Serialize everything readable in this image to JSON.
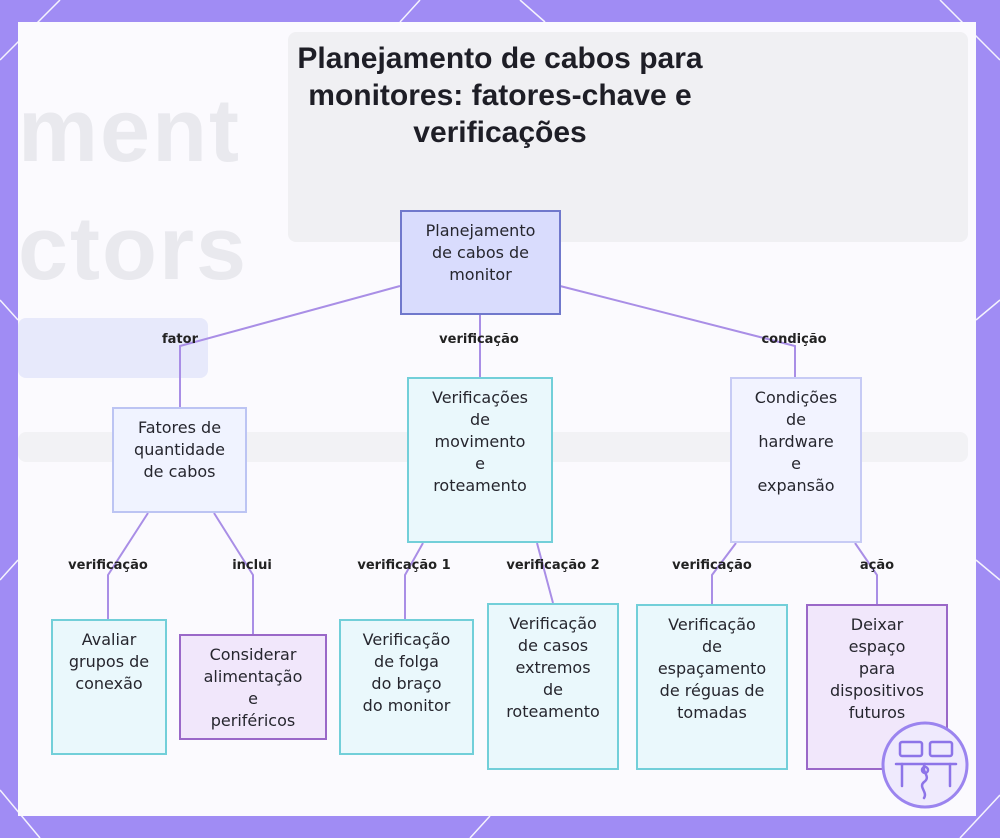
{
  "title": [
    "Planejamento de cabos para",
    "monitores: fatores-chave e",
    "verificações"
  ],
  "nodes": {
    "root": [
      "Planejamento",
      "de cabos de",
      "monitor"
    ],
    "fatores": [
      "Fatores de",
      "quantidade",
      "de cabos"
    ],
    "movimento": [
      "Verificações",
      "de",
      "movimento",
      "e",
      "roteamento"
    ],
    "condicoes": [
      "Condições",
      "de",
      "hardware",
      "e",
      "expansão"
    ],
    "avaliar": [
      "Avaliar",
      "grupos de",
      "conexão"
    ],
    "considerar": [
      "Considerar",
      "alimentação",
      "e",
      "periféricos"
    ],
    "folga": [
      "Verificação",
      "de folga",
      "do braço",
      "do monitor"
    ],
    "extremos": [
      "Verificação",
      "de casos",
      "extremos",
      "de",
      "roteamento"
    ],
    "reguas": [
      "Verificação",
      "de",
      "espaçamento",
      "de réguas de",
      "tomadas"
    ],
    "deixar": [
      "Deixar",
      "espaço",
      "para",
      "dispositivos",
      "futuros"
    ]
  },
  "edge_labels": {
    "fator": "fator",
    "verificacao_root": "verificação",
    "condicao": "condição",
    "verificacao_fatores": "verificação",
    "inclui": "inclui",
    "verificacao_1": "verificação 1",
    "verificacao_2": "verificação 2",
    "verificacao_condicoes": "verificação",
    "acao": "ação"
  },
  "colors": {
    "frame": "#a08cf4",
    "edge": "#a98ee6",
    "root_fill": "#d9dcfd",
    "cyan_border": "#72cfd9",
    "pink_border": "#9a68c8"
  },
  "icons": [
    "workspace-logo-icon"
  ]
}
